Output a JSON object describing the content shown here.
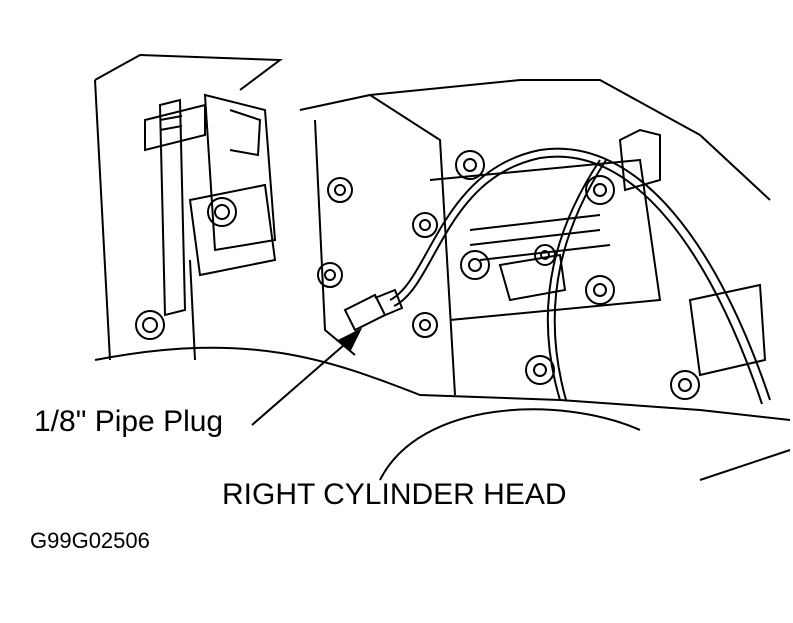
{
  "diagram": {
    "callout_label": "1/8\" Pipe Plug",
    "caption": "RIGHT CYLINDER HEAD",
    "figure_id": "G99G02506",
    "line_color": "#000000",
    "background_color": "#ffffff"
  }
}
